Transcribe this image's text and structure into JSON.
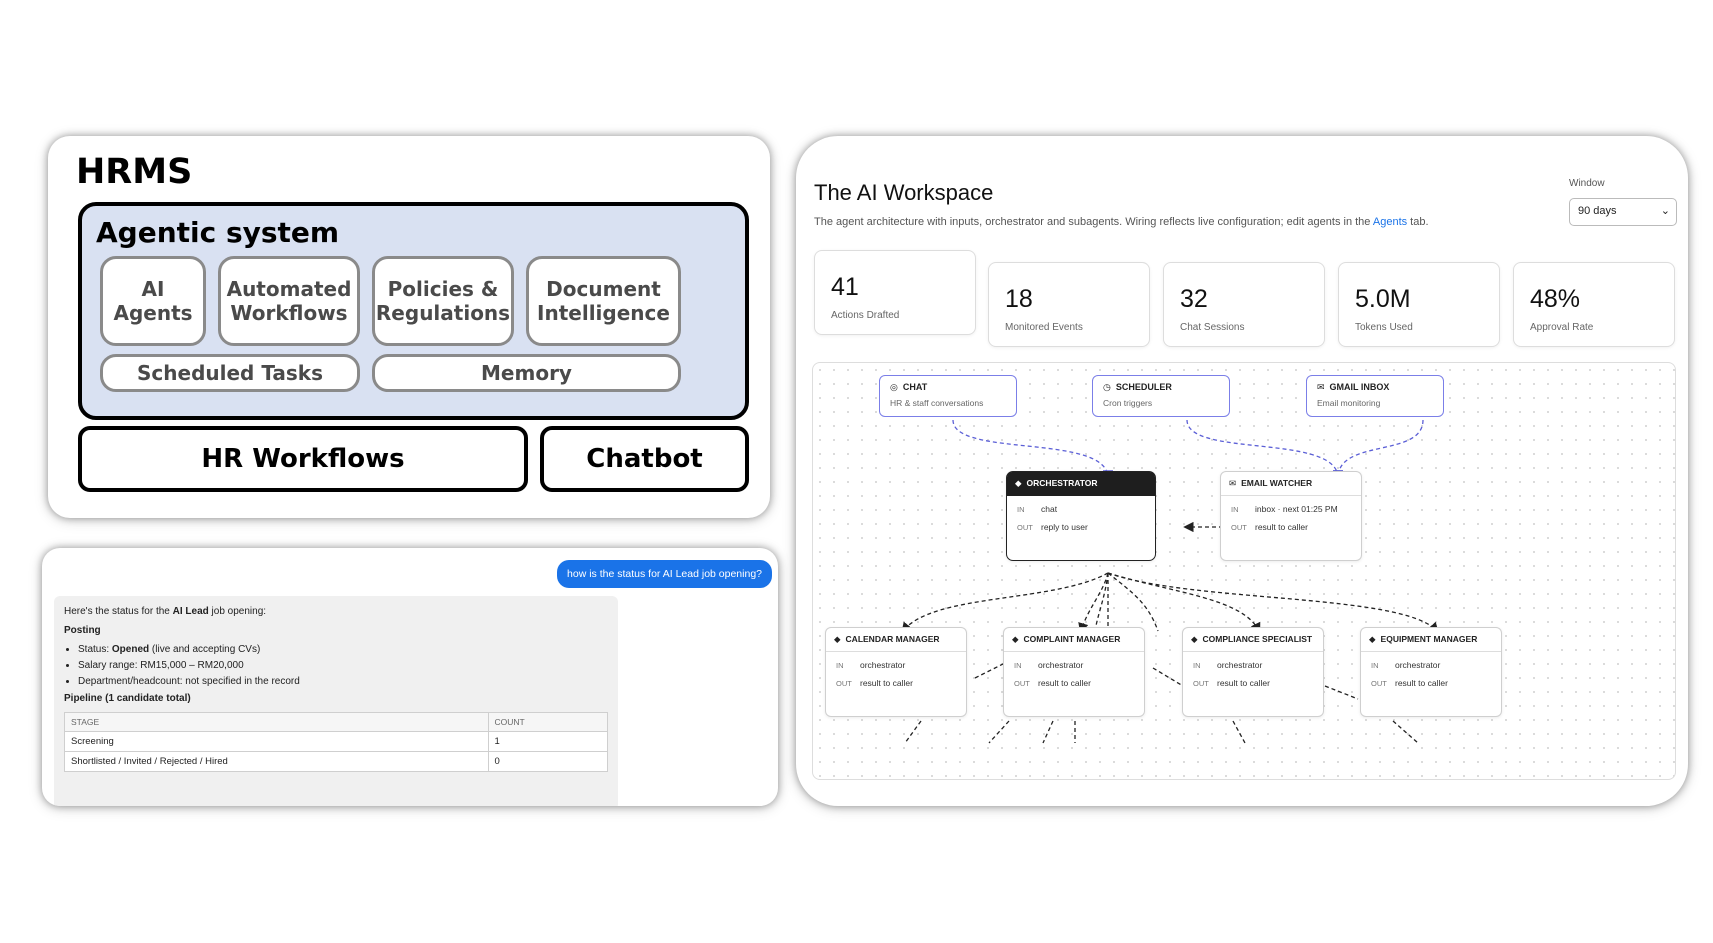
{
  "hrms": {
    "title": "HRMS",
    "agentic_title": "Agentic system",
    "modules": [
      "AI\nAgents",
      "Automated\nWorkflows",
      "Policies &\nRegulations",
      "Document\nIntelligence"
    ],
    "scheduled_tasks": "Scheduled Tasks",
    "memory": "Memory",
    "hr_workflows": "HR Workflows",
    "chatbot": "Chatbot"
  },
  "chat": {
    "user_message": "how is the status for AI Lead job opening?",
    "intro_pre": "Here's the status for the ",
    "intro_bold": "AI Lead",
    "intro_post": " job opening:",
    "posting_heading": "Posting",
    "status_pre": "Status: ",
    "status_bold": "Opened",
    "status_post": " (live and accepting CVs)",
    "salary": "Salary range: RM15,000 – RM20,000",
    "department": "Department/headcount: not specified in the record",
    "pipeline_heading": "Pipeline (1 candidate total)",
    "table_headers": [
      "STAGE",
      "COUNT"
    ],
    "table_rows": [
      [
        "Screening",
        "1"
      ],
      [
        "Shortlisted / Invited / Rejected / Hired",
        "0"
      ]
    ]
  },
  "workspace": {
    "title": "The AI Workspace",
    "subtitle_pre": "The agent architecture with inputs, orchestrator and subagents. Wiring reflects live configuration; edit agents in the ",
    "subtitle_link": "Agents",
    "subtitle_post": " tab.",
    "window_label": "Window",
    "window_value": "90 days",
    "stats": [
      {
        "value": "41",
        "label": "Actions Drafted"
      },
      {
        "value": "18",
        "label": "Monitored Events"
      },
      {
        "value": "32",
        "label": "Chat Sessions"
      },
      {
        "value": "5.0M",
        "label": "Tokens Used"
      },
      {
        "value": "48%",
        "label": "Approval Rate"
      }
    ],
    "sources": [
      {
        "title": "CHAT",
        "desc": "HR & staff conversations",
        "icon": "chat-icon"
      },
      {
        "title": "SCHEDULER",
        "desc": "Cron triggers",
        "icon": "clock-icon"
      },
      {
        "title": "GMAIL INBOX",
        "desc": "Email monitoring",
        "icon": "mail-icon"
      }
    ],
    "in_label": "IN",
    "out_label": "OUT",
    "orchestrator": {
      "title": "ORCHESTRATOR",
      "in": "chat",
      "out": "reply to user"
    },
    "email_watcher": {
      "title": "EMAIL WATCHER",
      "in": "inbox · next 01:25 PM",
      "out": "result to caller"
    },
    "subagents": [
      {
        "title": "CALENDAR MANAGER",
        "in": "orchestrator",
        "out": "result to caller"
      },
      {
        "title": "COMPLAINT MANAGER",
        "in": "orchestrator",
        "out": "result to caller"
      },
      {
        "title": "COMPLIANCE SPECIALIST",
        "in": "orchestrator",
        "out": "result to caller"
      },
      {
        "title": "EQUIPMENT MANAGER",
        "in": "orchestrator",
        "out": "result to caller"
      }
    ],
    "colors": {
      "accent": "#1a73e8",
      "source_border": "#7b7fe8",
      "orchestrator_header": "#1e1e1e"
    }
  }
}
